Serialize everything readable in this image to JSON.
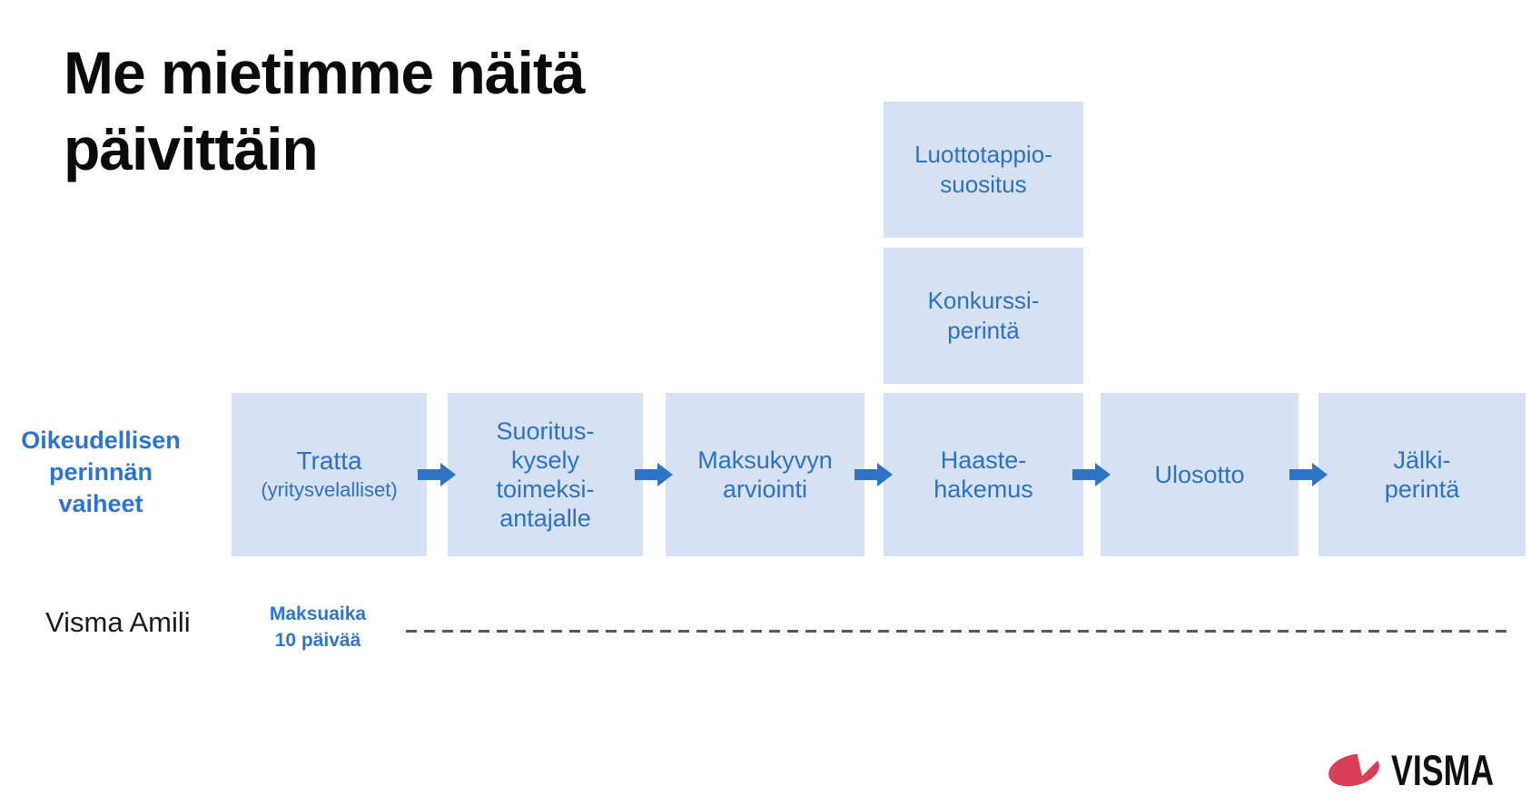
{
  "slide": {
    "title": "Me mietimme näitä\npäivittäin",
    "side_label": "Oikeudellisen\nperinnän\nvaiheet",
    "footer_brand": "Visma Amili",
    "payment_term": {
      "line1": "Maksuaika",
      "line2": "10 päivää"
    },
    "logo_text": "VISMA"
  },
  "flow": {
    "upper_boxes": [
      {
        "label": "Luottotappio-\nsuositus"
      },
      {
        "label": "Konkurssi-\nperintä"
      }
    ],
    "stages": [
      {
        "label": "Tratta",
        "sublabel": "(yritysvelalliset)"
      },
      {
        "label": "Suoritus-\nkysely\ntoimeksi-\nantajalle"
      },
      {
        "label": "Maksukyvyn\narviointi"
      },
      {
        "label": "Haaste-\nhakemus"
      },
      {
        "label": "Ulosotto"
      },
      {
        "label": "Jälki-\nperintä"
      }
    ]
  },
  "colors": {
    "box_fill": "#d6e1f3",
    "box_text": "#2c72bf",
    "arrow": "#2e74c4",
    "side_label": "#2e74c8",
    "note_text": "#2e76cb",
    "title": "#0a0a0a",
    "dash_line": "#4e5a68",
    "visma_red": "#da3e56",
    "logo_text": "#101010"
  }
}
